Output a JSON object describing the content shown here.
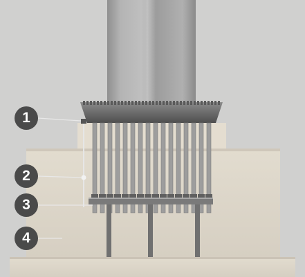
{
  "callouts": [
    {
      "number": "1"
    },
    {
      "number": "2"
    },
    {
      "number": "3"
    },
    {
      "number": "4"
    }
  ],
  "colors": {
    "background": "#d0d0cf",
    "concrete": "#dcd5c9",
    "steel_column": "#a6a6a6",
    "base_plate": "#6e6e6e",
    "anchor_rod": "#9a9a9a",
    "badge": "#4a4a4a",
    "leader_line": "#e8e8e8"
  }
}
